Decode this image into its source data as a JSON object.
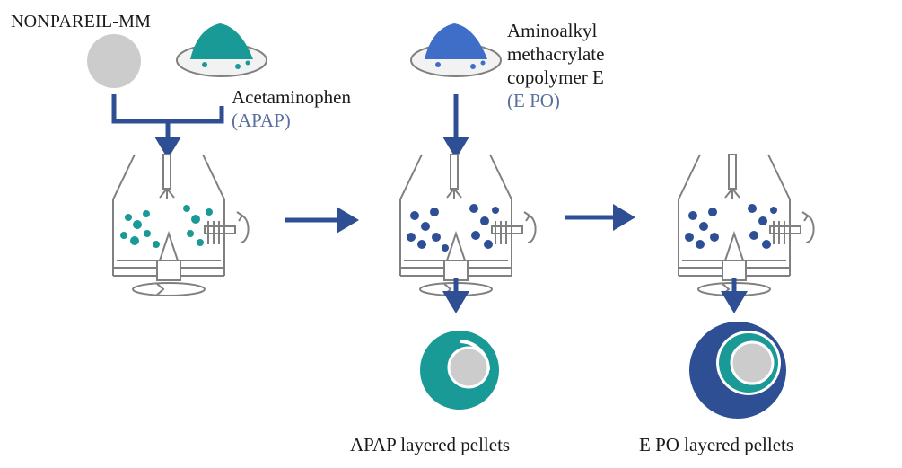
{
  "labels": {
    "seed_core": "NONPAREIL-MM",
    "drug_name": "Acetaminophen",
    "drug_abbr": "(APAP)",
    "polymer_line1": "Aminoalkyl",
    "polymer_line2": "methacrylate",
    "polymer_line3": "copolymer E",
    "polymer_abbr": "(E PO)",
    "product1": "APAP layered pellets",
    "product2": "E PO layered pellets"
  },
  "colors": {
    "arrow": "#2f4f94",
    "machine": "#808080",
    "core": "#cccccc",
    "apap": "#1a9a96",
    "epo_powder": "#3f6ec8",
    "epo_coat": "#2f4f94",
    "subtext": "#5a6ea0"
  },
  "icons": [
    "seed-sphere-icon",
    "apap-powder-dish-icon",
    "epo-powder-dish-icon",
    "coating-machine-icon",
    "layered-pellet-icon"
  ]
}
